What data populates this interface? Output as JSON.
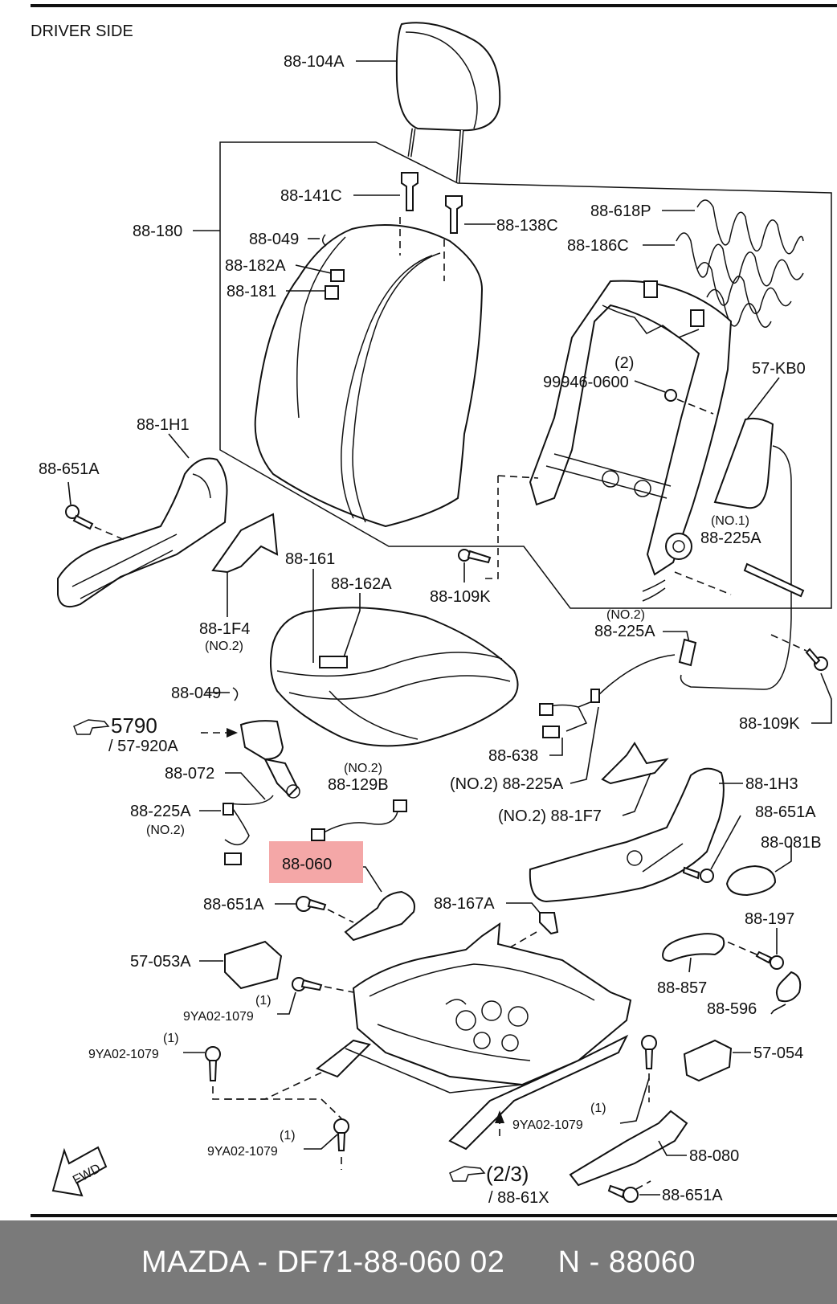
{
  "title": "DRIVER SIDE",
  "highlight_color": "#f4a7a7",
  "footer": {
    "text": "MAZDA - DF71-88-060 02      N - 88060"
  },
  "labels": {
    "l88_104A": "88-104A",
    "l88_141C": "88-141C",
    "l88_138C": "88-138C",
    "l88_180": "88-180",
    "l88_049_top": "88-049",
    "l88_182A": "88-182A",
    "l88_181": "88-181",
    "l88_618P": "88-618P",
    "l88_186C": "88-186C",
    "l_2_a": "(2)",
    "l99946": "99946-0600",
    "l57_KB0": "57-KB0",
    "l88_1H1": "88-1H1",
    "l88_651A_left": "88-651A",
    "l_no1": "(NO.1)",
    "l88_225A_r1": "88-225A",
    "l88_161": "88-161",
    "l88_162A": "88-162A",
    "l88_109K_mid": "88-109K",
    "l88_1F4": "88-1F4",
    "l_no2_1F4": "(NO.2)",
    "l_no2_225": "(NO.2)",
    "l88_225A_r2": "88-225A",
    "l88_049_mid": "88-049",
    "l88_109K_right": "88-109K",
    "l5790": "5790",
    "l57_920A": "/ 57-920A",
    "l88_638": "88-638",
    "l_no2_129": "(NO.2)",
    "l88_129B": "88-129B",
    "l88_072": "88-072",
    "l88_225A_mid": "(NO.2) 88-225A",
    "l88_1H3": "88-1H3",
    "l88_225A_left": "88-225A",
    "l_no2_left": "(NO.2)",
    "l88_1F7": "(NO.2) 88-1F7",
    "l88_651A_right": "88-651A",
    "l88_060": "88-060",
    "l88_081B": "88-081B",
    "l88_651A_mid": "88-651A",
    "l88_167A": "88-167A",
    "l88_197": "88-197",
    "l57_053A": "57-053A",
    "l88_857": "88-857",
    "l_1_a": "(1)",
    "l9YA_a": "9YA02-1079",
    "l88_596": "88-596",
    "l_1_b": "(1)",
    "l9YA_b": "9YA02-1079",
    "l57_054": "57-054",
    "l_1_c": "(1)",
    "l9YA_c": "9YA02-1079",
    "l_1_d": "(1)",
    "l9YA_d": "9YA02-1079",
    "l88_080": "88-080",
    "l2_3": "(2/3)",
    "l88_61X": "/ 88-61X",
    "l88_651A_bottom": "88-651A",
    "fwd": "FWD"
  }
}
